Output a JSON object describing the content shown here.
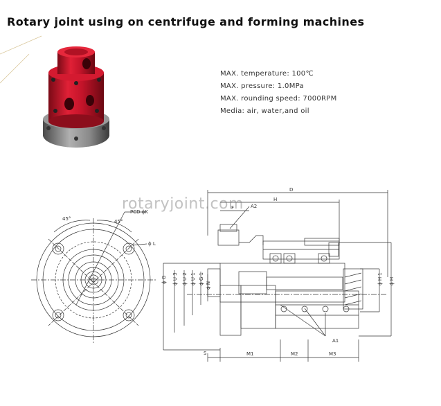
{
  "title": "Rotary joint using on centrifuge and forming machines",
  "specs": [
    "MAX. temperature: 100℃",
    "MAX. pressure: 1.0MPa",
    "MAX. rounding speed: 7000RPM",
    "Media: air, water,and oil"
  ],
  "watermark": "rotaryjoint.com",
  "drawing_labels": {
    "angle_left": "45°",
    "angle_right": "45°",
    "pcd": "PCD ϕK",
    "phi_l": "ϕ L",
    "d": "D",
    "h1_top": "H",
    "a2": "A2",
    "f": "F",
    "phi_g": "ϕ G",
    "phi_u3": "ϕ U 3",
    "phi_u2": "ϕ U 2",
    "phi_u1": "ϕ U 1",
    "phi_g1": "ϕ G 1",
    "phi_n": "ϕ N",
    "phi_h1": "ϕ H 1",
    "phi_h": "ϕ H",
    "a1": "A1",
    "s": "S",
    "m1": "M1",
    "m2": "M2",
    "m3": "M3"
  },
  "colors": {
    "product_red": "#c4142a",
    "product_grey": "#8a8a8a",
    "line": "#333333"
  }
}
